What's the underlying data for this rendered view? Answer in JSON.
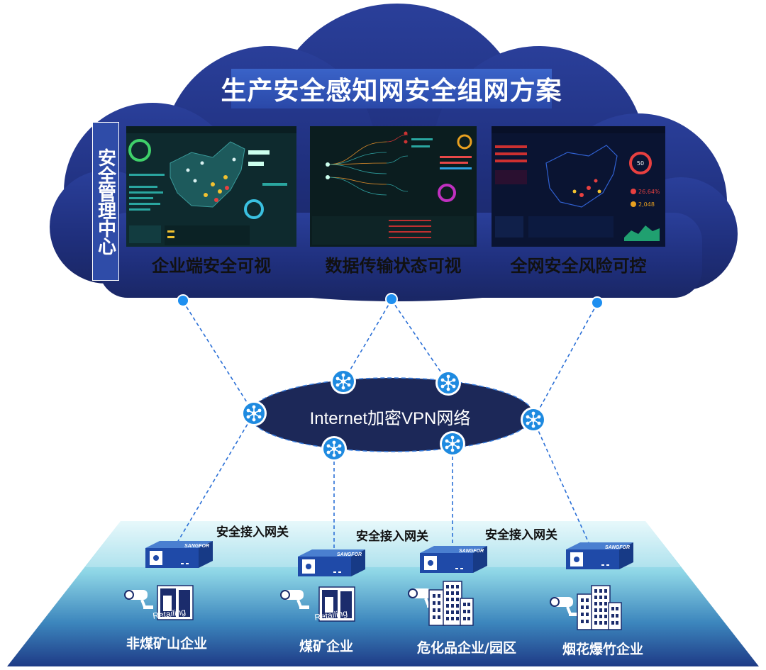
{
  "title": "生产安全感知网安全组网方案",
  "center_label": "安全管理中心",
  "screens": [
    {
      "caption": "企业端安全可视"
    },
    {
      "caption": "数据传输状态可视"
    },
    {
      "caption": "全网安全风险可控"
    }
  ],
  "vpn_label": "Internet加密VPN网络",
  "gateway_label": "安全接入网关",
  "gateway_brand": "SANGFOR",
  "building_sign": "Retailing",
  "sites": [
    {
      "label": "非煤矿山企业"
    },
    {
      "label": "煤矿企业"
    },
    {
      "label": "危化品企业/园区"
    },
    {
      "label": "烟花爆竹企业"
    }
  ],
  "screen_values": {
    "shot3_gauge": "50",
    "shot3_pct": "26.64%",
    "shot3_count": "2,048"
  },
  "colors": {
    "cloud_dark": "#1c2a6e",
    "cloud_mid": "#24378a",
    "banner": "#3558c0",
    "vpn_ellipse": "#1b2757",
    "node_blue": "#1f8ae0",
    "base_dark": "#20357a",
    "base_light": "#7fd9e8"
  }
}
